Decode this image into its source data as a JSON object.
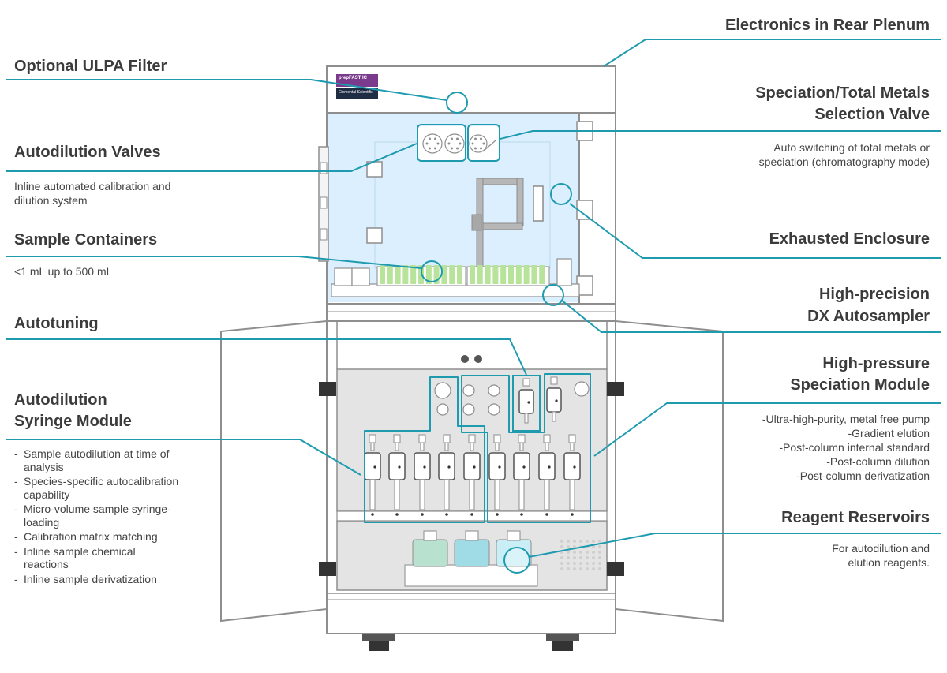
{
  "brand": {
    "product": "prepFAST IC",
    "maker": "Elemental Scientific"
  },
  "colors": {
    "callout": "#1f9bb0",
    "outline": "#8e8e8e",
    "enclosure": "#dcefff",
    "lower_panel": "#e4e4e4",
    "heading": "#3b3b3b",
    "body_text": "#444444"
  },
  "labels": {
    "electronics": "Electronics in Rear Plenum",
    "ulpa": "Optional ULPA Filter",
    "speciation_valve": {
      "line1": "Speciation/Total Metals",
      "line2": "Selection Valve",
      "desc1": "Auto switching of total metals or",
      "desc2": "speciation (chromatography mode)"
    },
    "autodilution_valves": {
      "title": "Autodilution Valves",
      "desc1": "Inline automated calibration and",
      "desc2": "dilution system"
    },
    "sample_containers": {
      "title": "Sample Containers",
      "desc": "<1 mL up to 500 mL"
    },
    "exhausted": "Exhausted Enclosure",
    "autosampler": {
      "line1": "High-precision",
      "line2": "DX Autosampler"
    },
    "autotuning": "Autotuning",
    "syringe_module": {
      "line1": "Autodilution",
      "line2": "Syringe Module",
      "items": [
        "Sample autodilution at time of analysis",
        "Species-specific autocalibration capability",
        "Micro-volume sample syringe-loading",
        "Calibration matrix matching",
        "Inline sample chemical reactions",
        "Inline sample derivatization"
      ]
    },
    "speciation_module": {
      "line1": "High-pressure",
      "line2": "Speciation Module",
      "items": [
        "-Ultra-high-purity, metal free pump",
        "-Gradient elution",
        "-Post-column internal standard",
        "-Post-column dilution",
        "-Post-column derivatization"
      ]
    },
    "reagent": {
      "title": "Reagent Reservoirs",
      "desc1": "For autodilution and",
      "desc2": "elution reagents."
    }
  }
}
